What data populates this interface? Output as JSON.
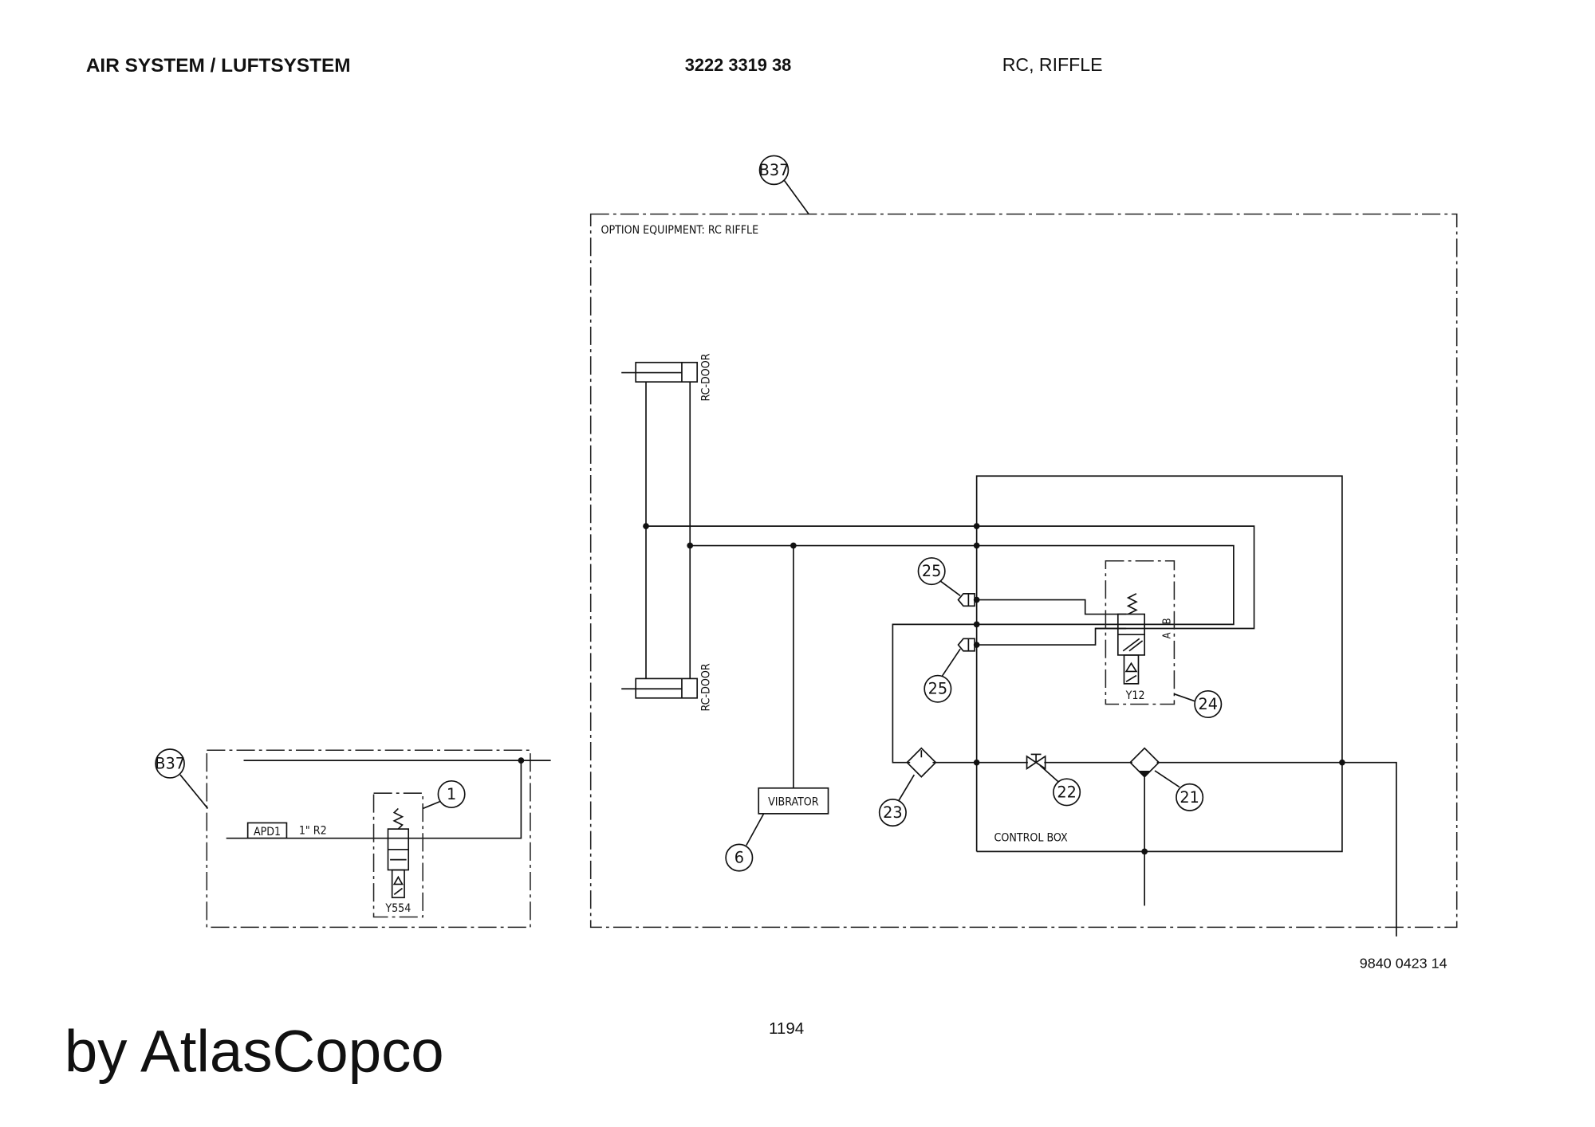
{
  "header": {
    "title": "AIR SYSTEM / LUFTSYSTEM",
    "part_number": "3222 3319 38",
    "variant": "RC, RIFFLE"
  },
  "diagram": {
    "main_group": {
      "balloon": "B37",
      "label": "OPTION EQUIPMENT: RC RIFFLE",
      "cylinder_top_label": "RC-DOOR",
      "cylinder_bottom_label": "RC-DOOR",
      "vibrator_label": "VIBRATOR",
      "vibrator_balloon": "6",
      "check_valve_balloon_top": "25",
      "check_valve_balloon_bottom": "25",
      "valve_label": "Y12",
      "valve_balloon": "24",
      "valve_port_a": "A",
      "valve_port_b": "B",
      "filter_left_balloon": "23",
      "shutoff_valve_balloon": "22",
      "filter_right_balloon": "21",
      "control_box_label": "CONTROL BOX"
    },
    "left_group": {
      "balloon": "B37",
      "apd_label": "APD1",
      "size_label": "1\" R2",
      "valve_label": "Y554",
      "valve_balloon": "1"
    }
  },
  "footer": {
    "drawing_number": "9840 0423 14",
    "page_number": "1194",
    "brand": "by AtlasCopco"
  }
}
